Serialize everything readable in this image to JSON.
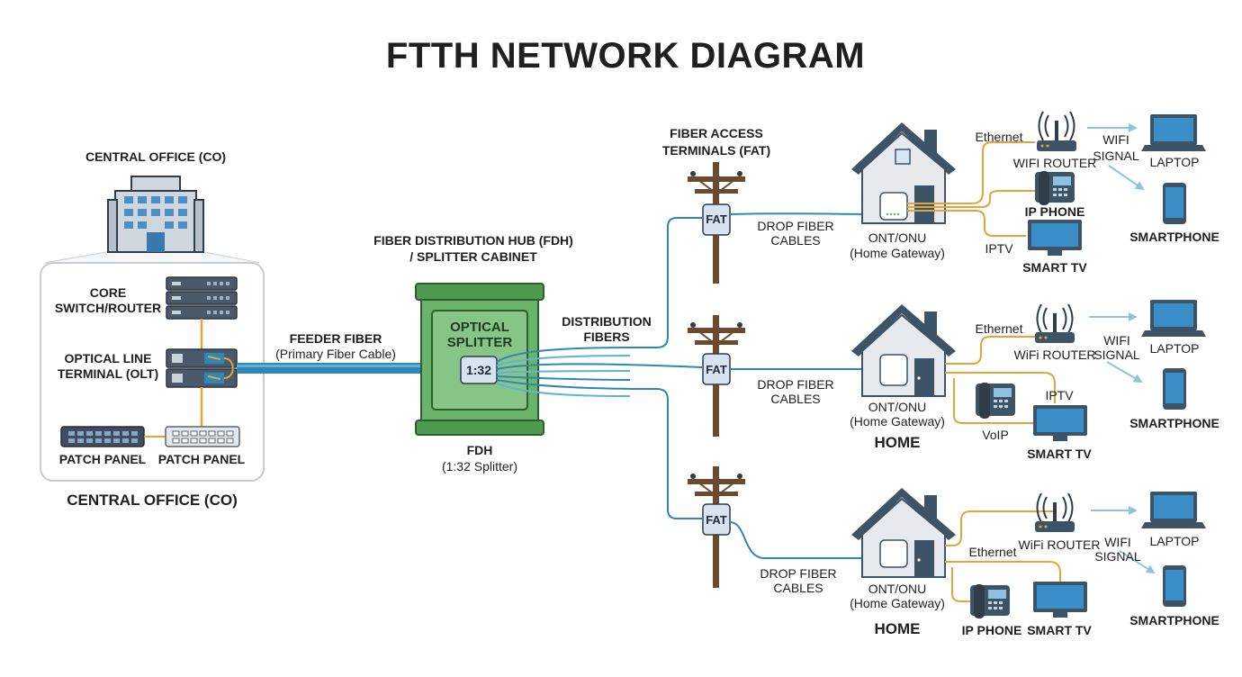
{
  "title": "FTTH NETWORK DIAGRAM",
  "central_office": {
    "top_label": "CENTRAL OFFICE (CO)",
    "bottom_label": "CENTRAL OFFICE (CO)",
    "core_switch": [
      "CORE",
      "SWITCH/ROUTER"
    ],
    "olt": [
      "OPTICAL LINE",
      "TERMINAL (OLT)"
    ],
    "patch_panel_left": "PATCH PANEL",
    "patch_panel_right": "PATCH PANEL"
  },
  "feeder": {
    "line1": "FEEDER FIBER",
    "line2": "(Primary Fiber Cable)"
  },
  "fdh": {
    "title_line1": "FIBER DISTRIBUTION HUB (FDH)",
    "title_line2": "/ SPLITTER CABINET",
    "inner_line1": "OPTICAL",
    "inner_line2": "SPLITTER",
    "ratio": "1:32",
    "bottom_line1": "FDH",
    "bottom_line2": "(1:32 Splitter)"
  },
  "distribution": {
    "line1": "DISTRIBUTION",
    "line2": "FIBERS"
  },
  "fat_header": {
    "line1": "FIBER ACCESS",
    "line2": "TERMINALS (FAT)"
  },
  "fat_label": "FAT",
  "drop": {
    "line1": "DROP FIBER",
    "line2": "CABLES"
  },
  "ont": {
    "line1": "ONT/ONU",
    "line2": "(Home Gateway)"
  },
  "home_label": "HOME",
  "home1": {
    "ethernet": "Ethernet",
    "router": "WIFI ROUTER",
    "phone": "IP PHONE",
    "iptv": "IPTV",
    "tv": "SMART TV",
    "wifi1": "WIFI",
    "wifi2": "SIGNAL",
    "laptop": "LAPTOP",
    "smartphone": "SMARTPHONE"
  },
  "home2": {
    "ethernet": "Ethernet",
    "router": "WiFi ROUTER",
    "iptv": "IPTV",
    "voip": "VoIP",
    "tv": "SMART TV",
    "wifi1": "WIFI",
    "wifi2": "SIGNAL",
    "laptop": "LAPTOP",
    "smartphone": "SMARTPHONE"
  },
  "home3": {
    "ethernet": "Ethernet",
    "router": "WiFi ROUTER",
    "phone": "IP PHONE",
    "tv": "SMART TV",
    "wifi1": "WIFI",
    "wifi2": "SIGNAL",
    "laptop": "LAPTOP",
    "smartphone": "SMARTPHONE"
  },
  "colors": {
    "fiber": "#2f86b8",
    "fiber_light": "#5fb3d6",
    "copper": "#e3a43a",
    "cabinet": "#5aa65a",
    "cabinet_dark": "#3c7d3c",
    "house_roof": "#3d5366",
    "pole": "#6b4a2d"
  }
}
